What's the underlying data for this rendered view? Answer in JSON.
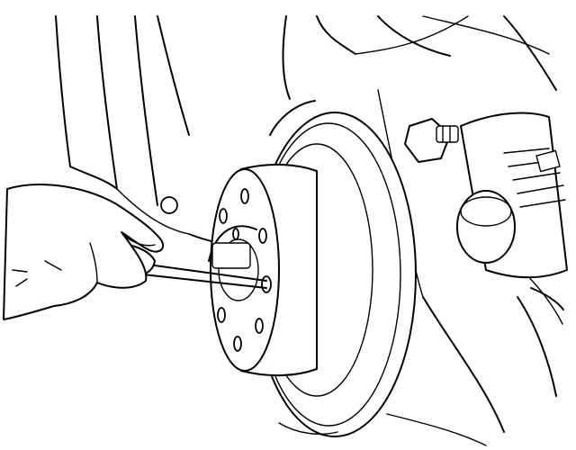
{
  "illustration": {
    "line_color": "#000000",
    "background_color": "#ffffff",
    "parts": [
      "brake-rotor-disc",
      "wheel-hub",
      "wheel-stud-holes",
      "screwdriver",
      "technician-hand",
      "brake-caliper",
      "caliper-bolt",
      "suspension-strut",
      "splash-shield"
    ]
  }
}
